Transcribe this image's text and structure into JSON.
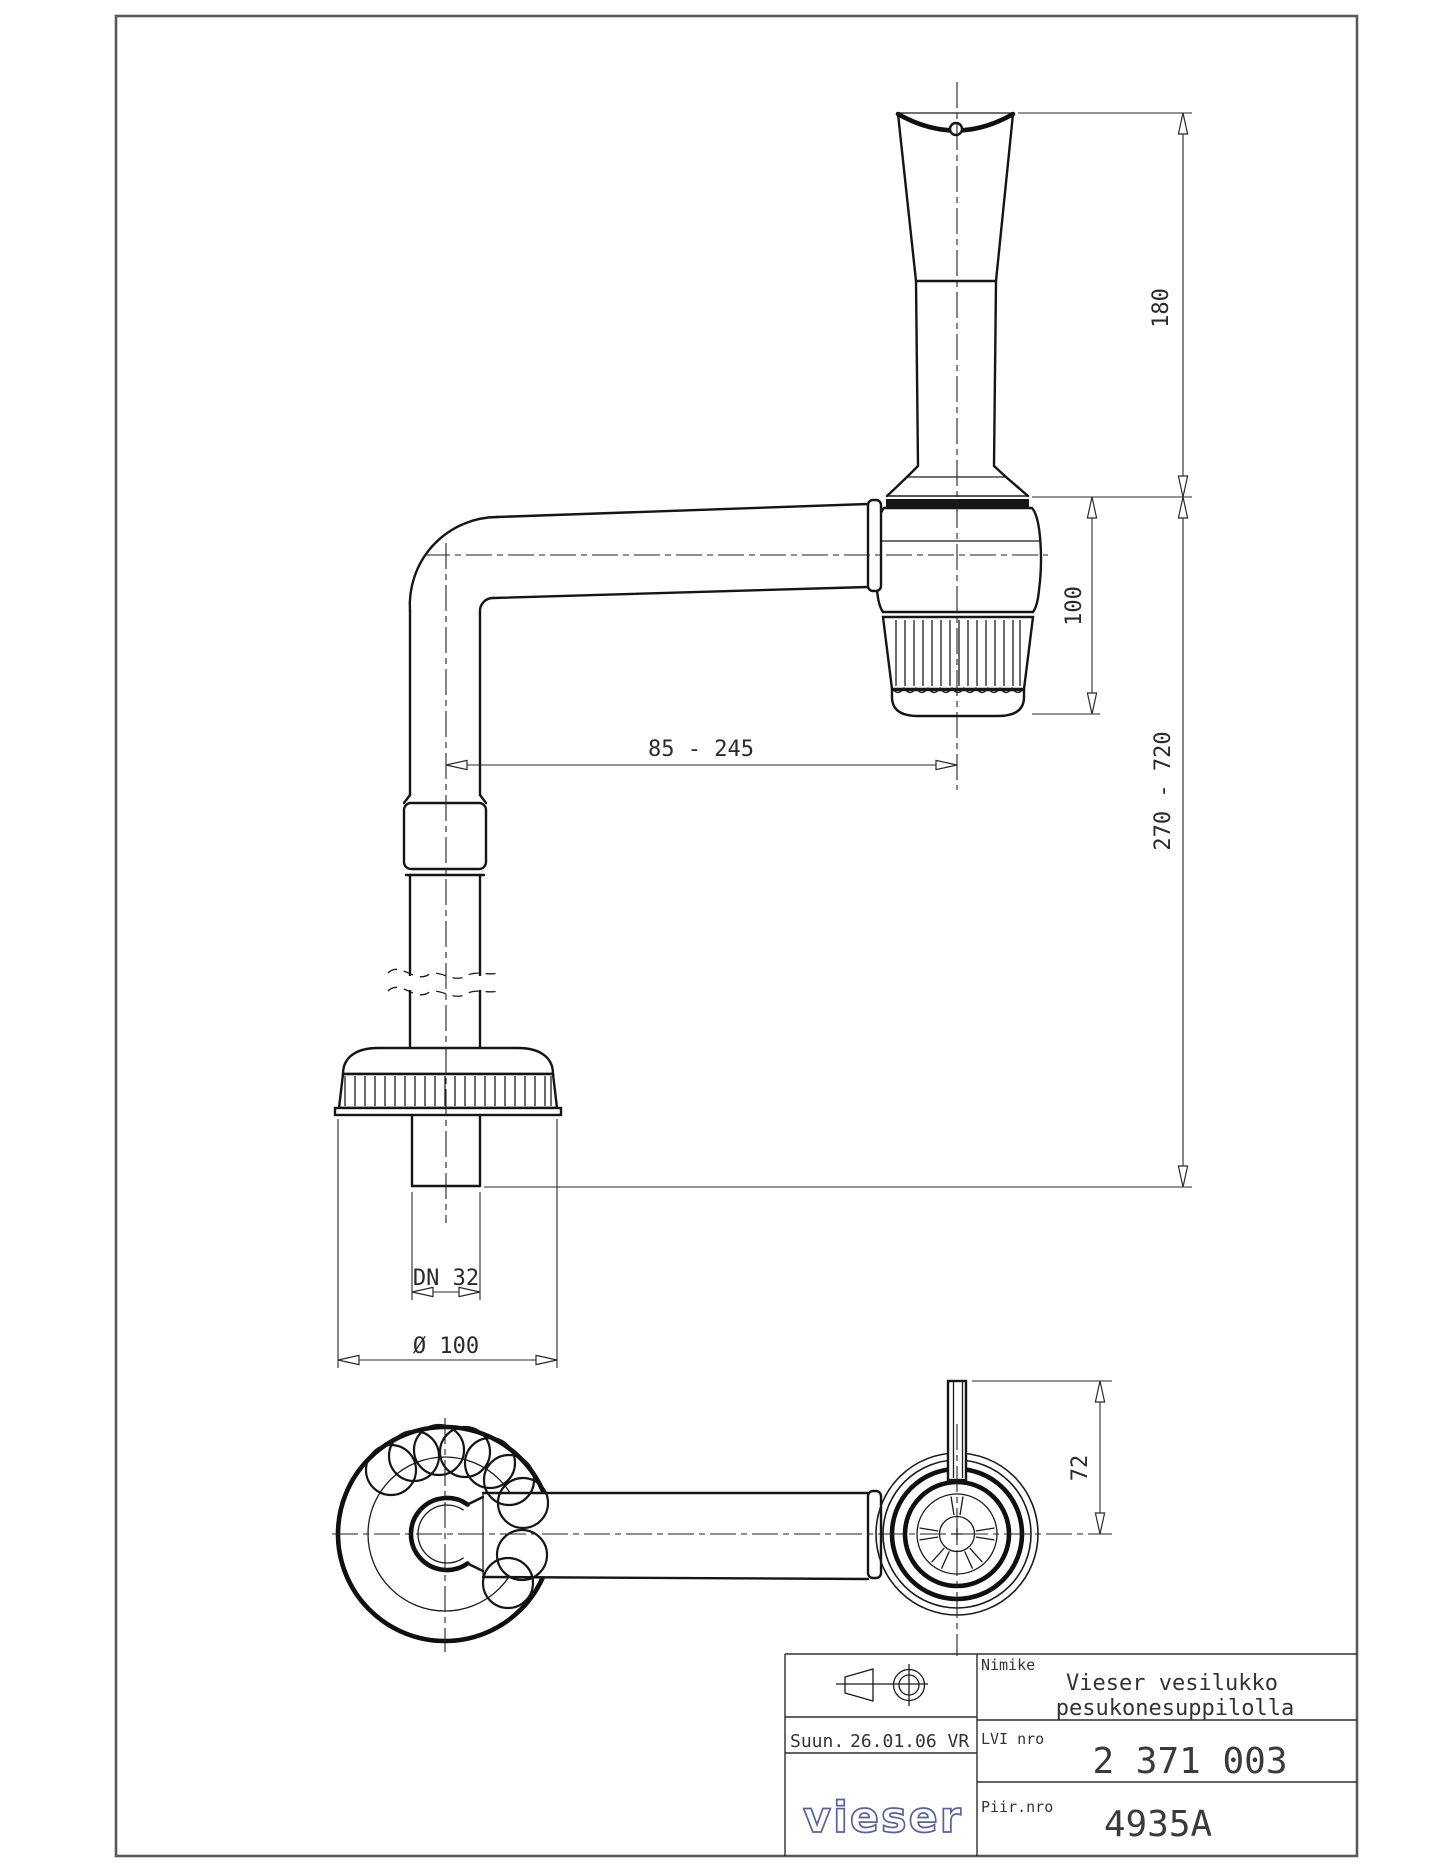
{
  "sheet": {
    "background": "#ffffff",
    "line_color": "#151515",
    "accent_color": "#5a5f9e"
  },
  "dimensions": {
    "funnel_height": "180",
    "trap_height": "100",
    "horizontal_range": "85 - 245",
    "vertical_range": "270 - 720",
    "pipe_diameter": "DN 32",
    "flange_diameter": "Ø 100",
    "outlet_offset": "72"
  },
  "title_block": {
    "name_label": "Nimike",
    "name_line1": "Vieser vesilukko",
    "name_line2": "pesukonesuppilolla",
    "designed_label": "Suun.",
    "designed_value": "26.01.06  VR",
    "lvi_label": "LVI nro",
    "lvi_value": "2 371 003",
    "drawing_label": "Piir.nro",
    "drawing_value": "4935A",
    "logo_text": "vieser"
  }
}
